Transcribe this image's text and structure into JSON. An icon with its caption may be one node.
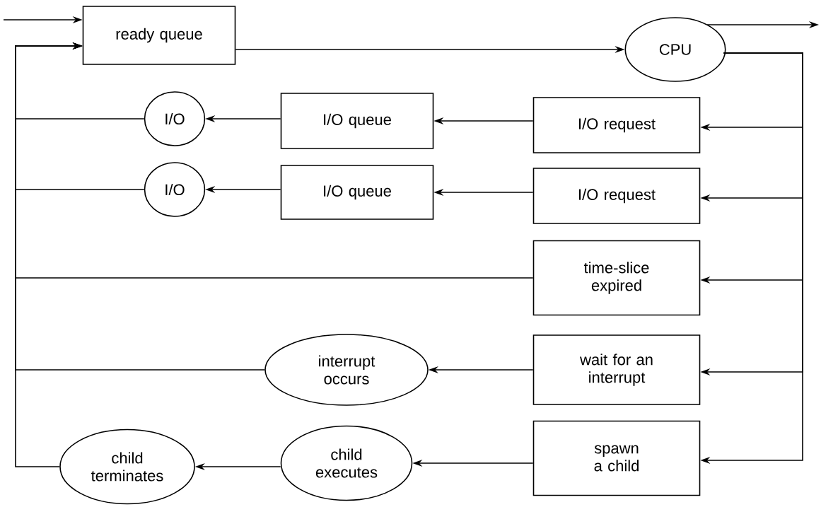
{
  "diagram": {
    "nodes": [
      {
        "text": [
          "ready queue"
        ]
      },
      {
        "text": [
          "CPU"
        ]
      },
      {
        "text": [
          "I/O"
        ]
      },
      {
        "text": [
          "I/O queue"
        ]
      },
      {
        "text": [
          "I/O request"
        ]
      },
      {
        "text": [
          "I/O"
        ]
      },
      {
        "text": [
          "I/O queue"
        ]
      },
      {
        "text": [
          "I/O request"
        ]
      },
      {
        "text": [
          "time-slice expired"
        ]
      },
      {
        "text": [
          "interrupt occurs"
        ]
      },
      {
        "text": [
          "wait for an interrupt"
        ]
      },
      {
        "text": [
          "child terminates"
        ]
      },
      {
        "text": [
          "child executes"
        ]
      },
      {
        "text": [
          "spawn a child"
        ]
      }
    ],
    "edges": [
      {
        "from": null,
        "to": 0,
        "arrow": "to"
      },
      {
        "from": 0,
        "to": 1,
        "arrow": "to"
      },
      {
        "from": 1,
        "to": null,
        "arrow": "to"
      },
      {
        "from": 1,
        "to": 4,
        "arrow": "to"
      },
      {
        "from": 1,
        "to": 7,
        "arrow": "to"
      },
      {
        "from": 1,
        "to": 8,
        "arrow": "to"
      },
      {
        "from": 1,
        "to": 10,
        "arrow": "to"
      },
      {
        "from": 1,
        "to": 13,
        "arrow": "to"
      },
      {
        "from": 4,
        "to": 3,
        "arrow": "to"
      },
      {
        "from": 3,
        "to": 2,
        "arrow": "to"
      },
      {
        "from": 2,
        "to": 0,
        "arrow": "to"
      },
      {
        "from": 7,
        "to": 6,
        "arrow": "to"
      },
      {
        "from": 6,
        "to": 5,
        "arrow": "to"
      },
      {
        "from": 5,
        "to": 0,
        "arrow": "to"
      },
      {
        "from": 8,
        "to": 0,
        "arrow": "to"
      },
      {
        "from": 10,
        "to": 9,
        "arrow": "to"
      },
      {
        "from": 9,
        "to": 0,
        "arrow": "to"
      },
      {
        "from": 13,
        "to": 12,
        "arrow": "to"
      },
      {
        "from": 12,
        "to": 11,
        "arrow": "to"
      },
      {
        "from": 11,
        "to": 0,
        "arrow": "to"
      }
    ]
  }
}
